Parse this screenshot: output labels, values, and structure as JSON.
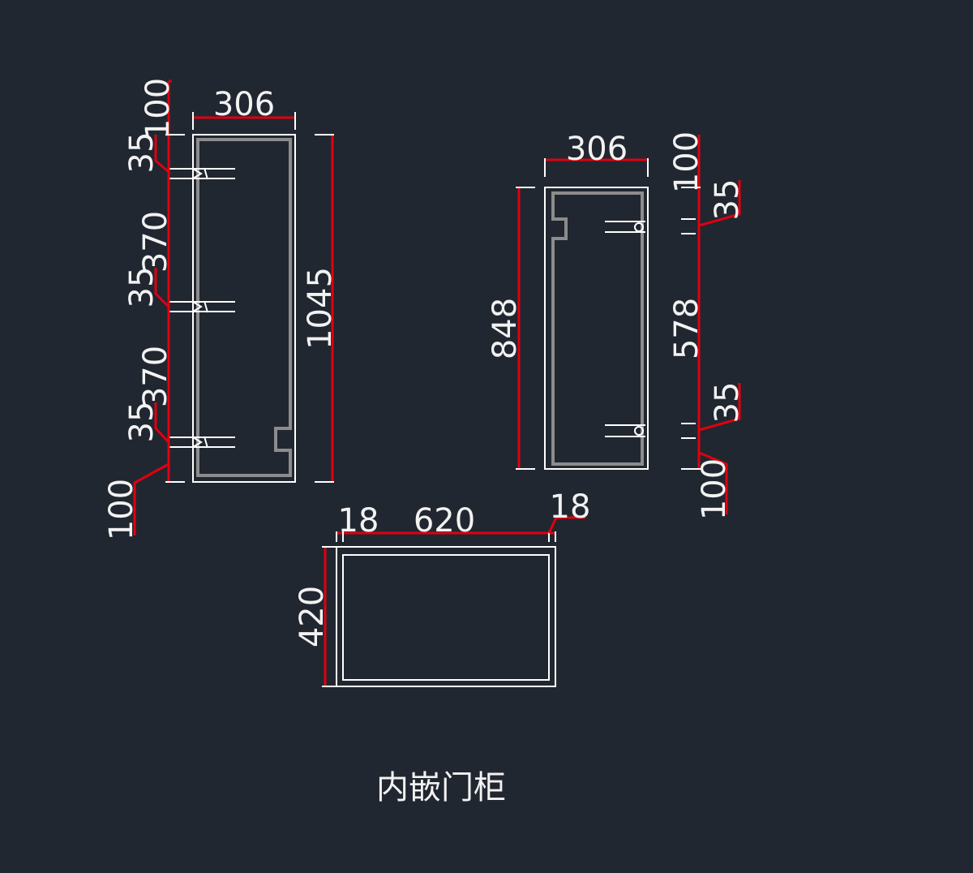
{
  "title": "内嵌门柜",
  "colors": {
    "background": "#212730",
    "dimension_line": "#e00010",
    "outline": "#ffffff",
    "inner_line": "#8c8c8c"
  },
  "views": {
    "left_door": {
      "width": "306",
      "height": "1045",
      "top_offset": "100",
      "hinge_1": "35",
      "gap_1": "370",
      "hinge_2": "35",
      "gap_2": "370",
      "hinge_3": "35",
      "bottom_offset": "100"
    },
    "right_door": {
      "width": "306",
      "height": "848",
      "top_offset": "100",
      "hinge_1": "35",
      "gap": "578",
      "hinge_2": "35",
      "bottom_offset": "100"
    },
    "plan": {
      "side_left": "18",
      "inner_width": "620",
      "side_right": "18",
      "depth": "420"
    }
  }
}
